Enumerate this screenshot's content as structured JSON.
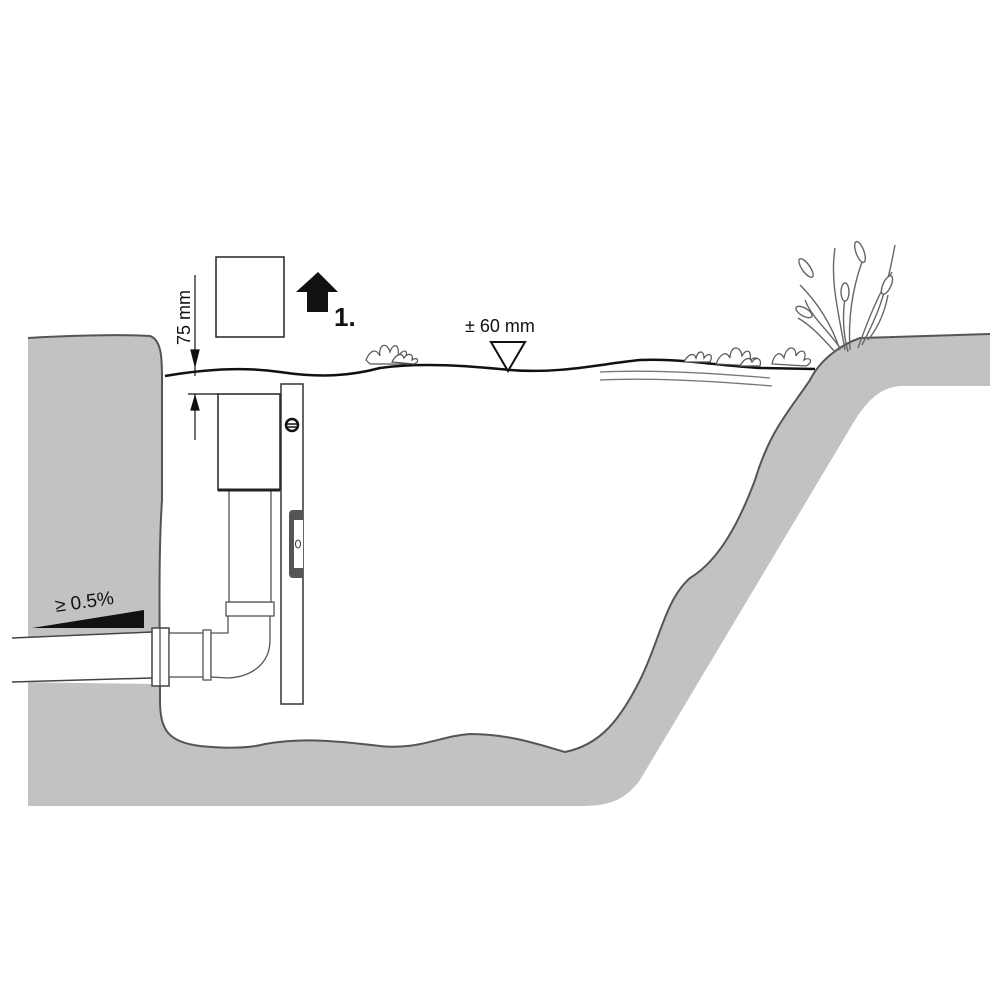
{
  "diagram": {
    "type": "pond skimmer installation diagram",
    "colors": {
      "ground_fill": "#c2c2c2",
      "ground_outline": "#555555",
      "line": "#111111",
      "plant_line": "#666666",
      "background": "#ffffff"
    },
    "labels": {
      "height_dimension": "75 mm",
      "water_level_tolerance": "± 60 mm",
      "slope": "≥ 0.5%",
      "step_number": "1."
    },
    "components": [
      {
        "id": "skimmer-lid",
        "description": "Skimmer top element lifted upward (step 1)"
      },
      {
        "id": "step-arrow",
        "description": "Bold up arrow indicating lifting"
      },
      {
        "id": "skimmer-body",
        "description": "Skimmer housing below water surface"
      },
      {
        "id": "spirit-level",
        "description": "Vertical spirit level next to skimmer"
      },
      {
        "id": "pipe-riser",
        "description": "Vertical pipe from skimmer"
      },
      {
        "id": "pipe-elbow",
        "description": "90° elbow fitting"
      },
      {
        "id": "outlet-pipe",
        "description": "Horizontal outlet pipe through pond wall with slope"
      },
      {
        "id": "wall-flange",
        "description": "Wall flange at pond liner"
      },
      {
        "id": "water-surface",
        "description": "Wavy water level line with level marker triangle"
      },
      {
        "id": "water-lilies",
        "description": "Floating water lily plants"
      },
      {
        "id": "reeds",
        "description": "Cattail reeds on right bank"
      },
      {
        "id": "ground",
        "description": "Grey soil cross-section of the pond"
      }
    ]
  }
}
